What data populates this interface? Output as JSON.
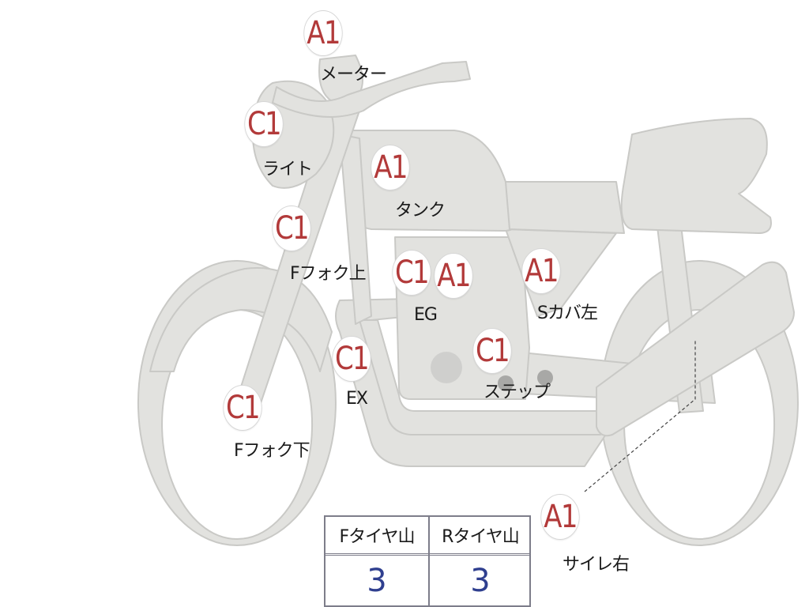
{
  "colors": {
    "body_fill": "#e2e2df",
    "body_stroke": "#c9c9c6",
    "badge_text": "#b23a3a",
    "value_text": "#2f3f8f",
    "table_border": "#7d7d8a"
  },
  "markers": {
    "meter": {
      "grade": "A1",
      "label": "メーター"
    },
    "light": {
      "grade": "C1",
      "label": "ライト"
    },
    "tank": {
      "grade": "A1",
      "label": "タンク"
    },
    "ffork_upper": {
      "grade": "C1",
      "label": "Fフォク上"
    },
    "eg_c": {
      "grade": "C1"
    },
    "eg_a": {
      "grade": "A1",
      "label": "EG"
    },
    "scover_left": {
      "grade": "A1",
      "label": "Sカバ左"
    },
    "ex": {
      "grade": "C1",
      "label": "EX"
    },
    "step": {
      "grade": "C1",
      "label": "ステップ"
    },
    "ffork_lower": {
      "grade": "C1",
      "label": "Fフォク下"
    },
    "muffler_right": {
      "grade": "A1",
      "label": "サイレ右"
    }
  },
  "tire_table": {
    "headers": [
      "Fタイヤ山",
      "Rタイヤ山"
    ],
    "values": [
      "3",
      "3"
    ]
  }
}
